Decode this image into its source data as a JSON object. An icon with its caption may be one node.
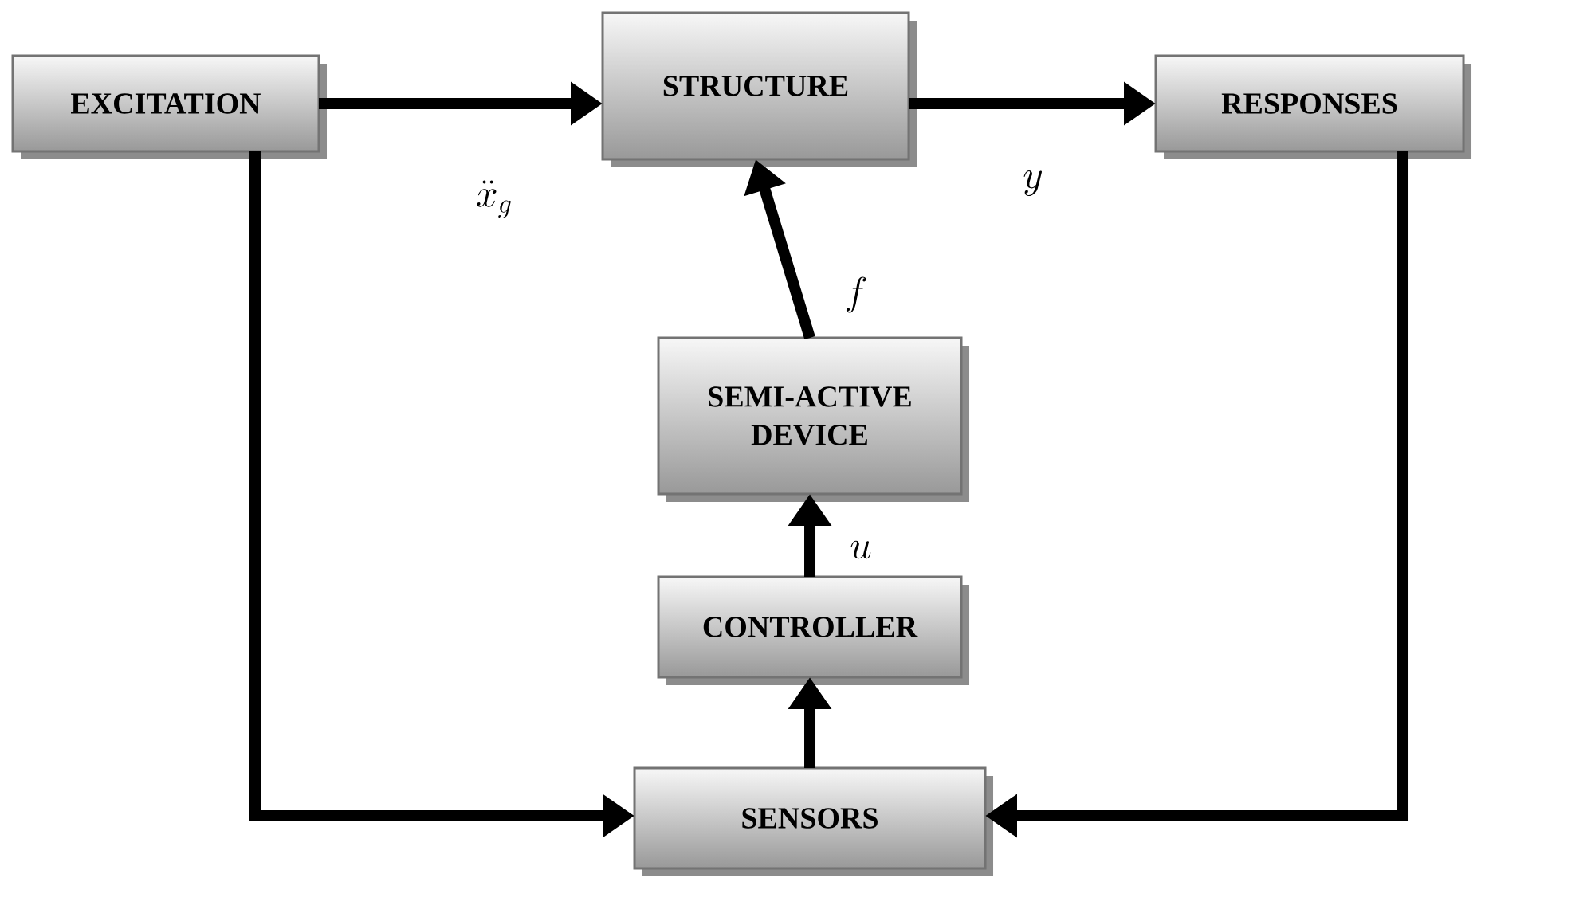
{
  "diagram": {
    "nodes": [
      {
        "text": [
          "EXCITATION"
        ]
      },
      {
        "text": [
          "STRUCTURE"
        ]
      },
      {
        "text": [
          "RESPONSES"
        ]
      },
      {
        "text": [
          "SEMI-ACTIVE DEVICE"
        ]
      },
      {
        "text": [
          "CONTROLLER"
        ]
      },
      {
        "text": [
          "SENSORS"
        ]
      }
    ],
    "edges": [
      {
        "from": 0,
        "to": 1,
        "arrow": "to",
        "label": "\\ddot{x}_g"
      },
      {
        "from": 1,
        "to": 2,
        "arrow": "to",
        "label": "y"
      },
      {
        "from": 3,
        "to": 1,
        "arrow": "to",
        "label": "f"
      },
      {
        "from": 4,
        "to": 3,
        "arrow": "to",
        "label": "u"
      },
      {
        "from": 5,
        "to": 4,
        "arrow": "to"
      },
      {
        "from": 0,
        "to": 5,
        "arrow": "to"
      },
      {
        "from": 2,
        "to": 5,
        "arrow": "to"
      }
    ]
  }
}
